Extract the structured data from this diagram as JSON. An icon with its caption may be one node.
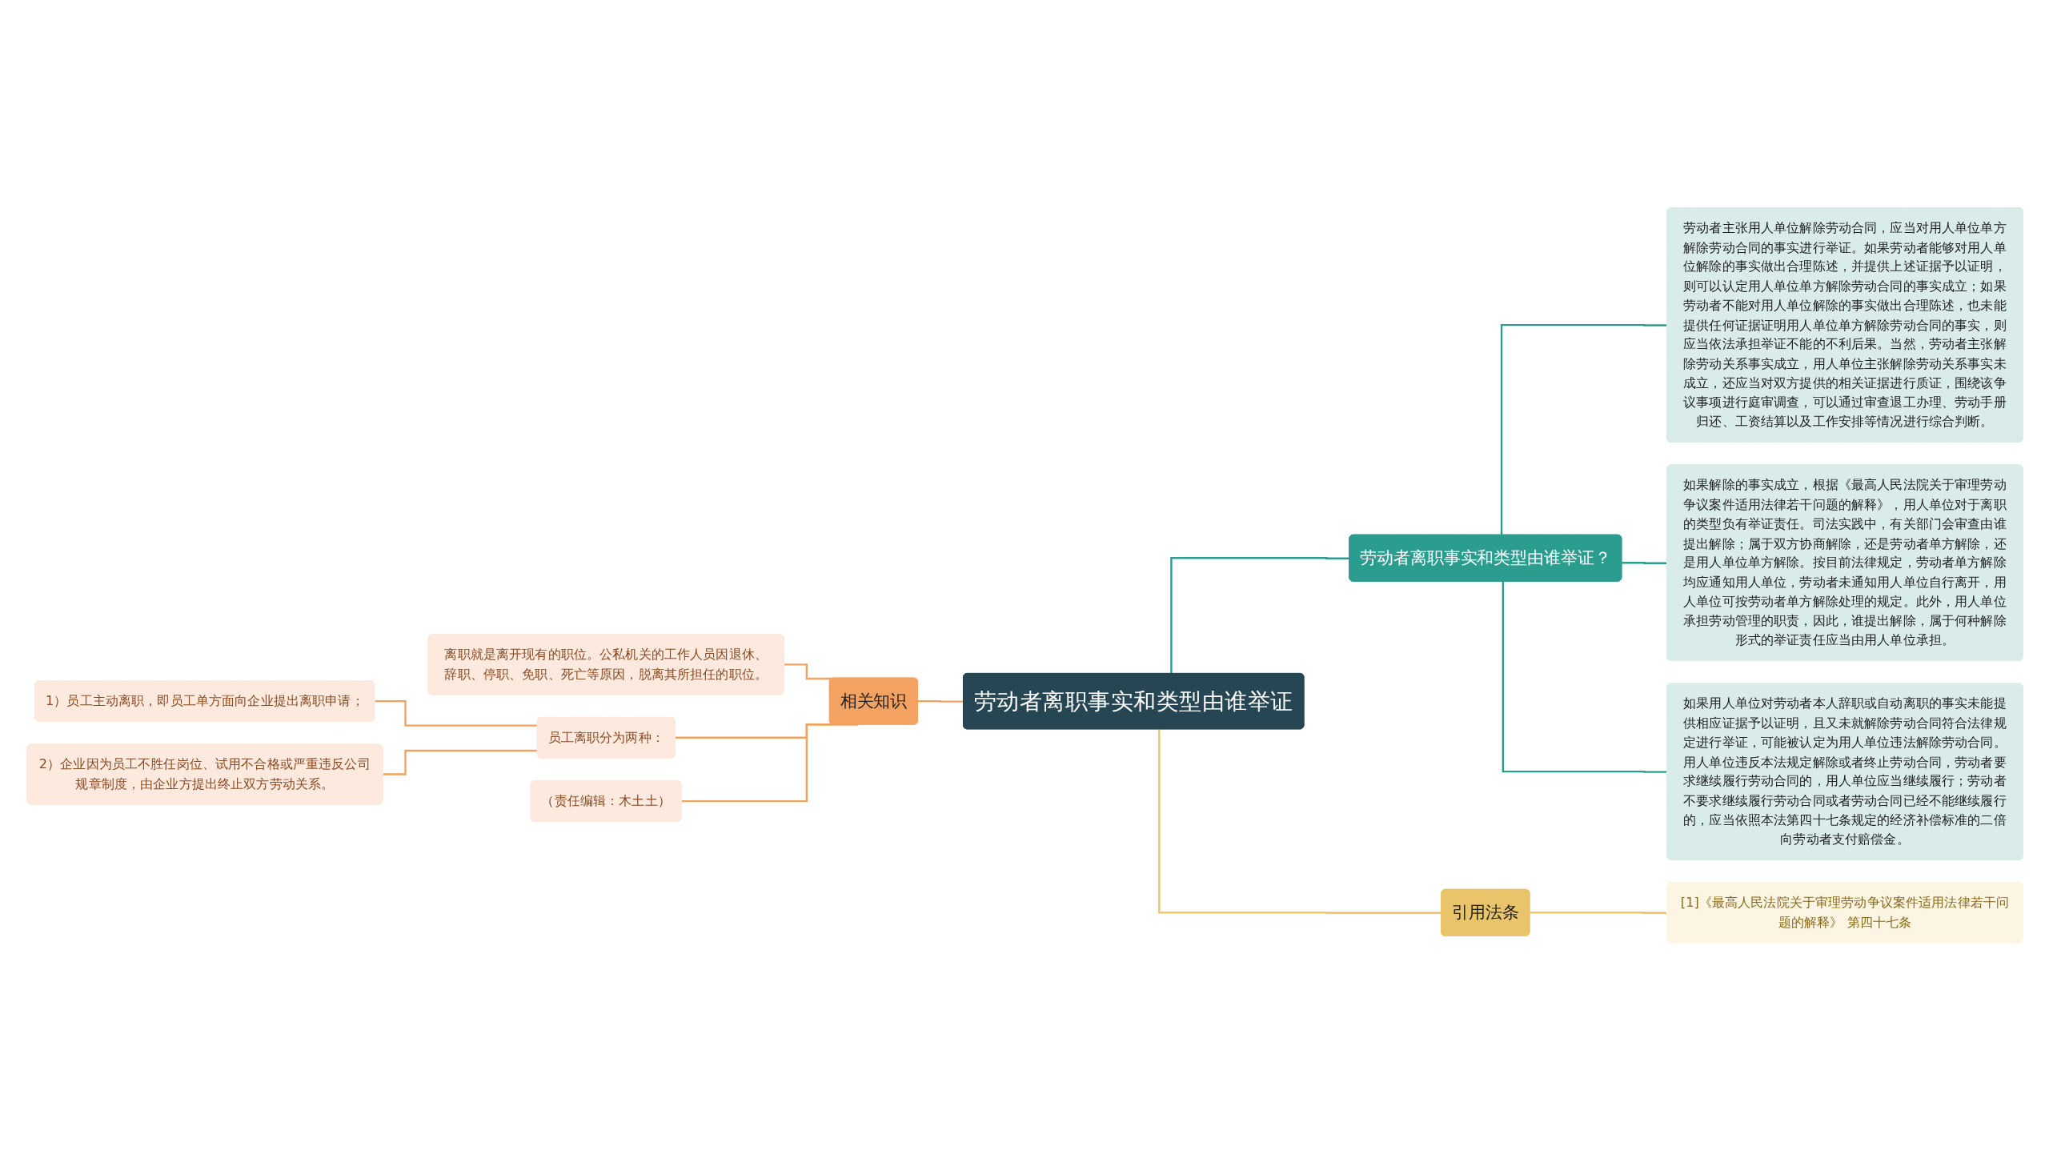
{
  "diagram": {
    "nodes": [
      {
        "text": [
          "劳动者离职事实和类型由谁举证"
        ]
      },
      {
        "text": [
          "劳动者离职事实和类型由谁举证？"
        ]
      },
      {
        "text": [
          "劳动者主张用人单位解除劳动合同，应当对用人单位单方解除劳动合同的事实进行举证。如果劳动者能够对用人单位解除的事实做出合理陈述，并提供上述证据予以证明，则可以认定用人单位单方解除劳动合同的事实成立；如果劳动者不能对用人单位解除的事实做出合理陈述，也未能提供任何证据证明用人单位单方解除劳动合同的事实，则应当依法承担举证不能的不利后果。当然，劳动者主张解除劳动关系事实成立，用人单位主张解除劳动关系事实未成立，还应当对双方提供的相关证据进行质证，围绕该争议事项进行庭审调查，可以通过审查退工办理、劳动手册归还、工资结算以及工作安排等情况进行综合判断。"
        ]
      },
      {
        "text": [
          "如果解除的事实成立，根据《最高人民法院关于审理劳动争议案件适用法律若干问题的解释》，用人单位对于离职的类型负有举证责任。司法实践中，有关部门会审查由谁提出解除；属于双方协商解除，还是劳动者单方解除，还是用人单位单方解除。按目前法律规定，劳动者单方解除均应通知用人单位，劳动者未通知用人单位自行离开，用人单位可按劳动者单方解除处理的规定。此外，用人单位承担劳动管理的职责，因此，谁提出解除，属于何种解除形式的举证责任应当由用人单位承担。"
        ]
      },
      {
        "text": [
          "如果用人单位对劳动者本人辞职或自动离职的事实未能提供相应证据予以证明，且又未就解除劳动合同符合法律规定进行举证，可能被认定为用人单位违法解除劳动合同。用人单位违反本法规定解除或者终止劳动合同，劳动者要求继续履行劳动合同的，用人单位应当继续履行；劳动者不要求继续履行劳动合同或者劳动合同已经不能继续履行的，应当依照本法第四十七条规定的经济补偿标准的二倍向劳动者支付赔偿金。"
        ]
      },
      {
        "text": [
          "引用法条"
        ]
      },
      {
        "text": [
          "[1]《最高人民法院关于审理劳动争议案件适用法律若干问题的解释》 第四十七条"
        ]
      },
      {
        "text": [
          "相关知识"
        ]
      },
      {
        "text": [
          "离职就是离开现有的职位。公私机关的工作人员因退休、辞职、停职、免职、死亡等原因，脱离其所担任的职位。"
        ]
      },
      {
        "text": [
          "员工离职分为两种："
        ]
      },
      {
        "text": [
          "1）员工主动离职，即员工单方面向企业提出离职申请；"
        ]
      },
      {
        "text": [
          "2）企业因为员工不胜任岗位、试用不合格或严重违反公司规章制度，由企业方提出终止双方劳动关系。"
        ]
      },
      {
        "text": [
          "（责任编辑：木土土）"
        ]
      }
    ],
    "edges": [
      {
        "from": 0,
        "to": 1,
        "arrow": "none",
        "color": "#2a9d8f"
      },
      {
        "from": 1,
        "to": 2,
        "arrow": "none",
        "color": "#2a9d8f"
      },
      {
        "from": 1,
        "to": 3,
        "arrow": "none",
        "color": "#2a9d8f"
      },
      {
        "from": 1,
        "to": 4,
        "arrow": "none",
        "color": "#2a9d8f"
      },
      {
        "from": 0,
        "to": 5,
        "arrow": "none",
        "color": "#e9c46a"
      },
      {
        "from": 5,
        "to": 6,
        "arrow": "none",
        "color": "#e9c46a"
      },
      {
        "from": 0,
        "to": 7,
        "arrow": "none"
      },
      {
        "from": 7,
        "to": 8,
        "arrow": "none"
      },
      {
        "from": 7,
        "to": 9,
        "arrow": "none"
      },
      {
        "from": 9,
        "to": 10,
        "arrow": "none"
      },
      {
        "from": 9,
        "to": 11,
        "arrow": "none"
      },
      {
        "from": 7,
        "to": 12,
        "arrow": "none"
      }
    ]
  }
}
